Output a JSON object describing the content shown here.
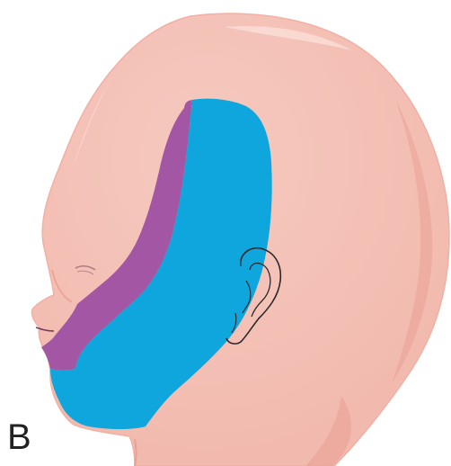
{
  "figure": {
    "panel_label": "B"
  },
  "colors": {
    "background": "#ffffff",
    "skin": "#f4c0b5",
    "skin_shadow": "#e9a59a",
    "skin_highlight": "#f9d9d2",
    "outline": "#2a2a2a",
    "region_purple": "#a256a3",
    "region_blue": "#0ea6dc"
  },
  "regions": [
    {
      "name": "purple-region",
      "color": "#a256a3"
    },
    {
      "name": "blue-region",
      "color": "#0ea6dc"
    }
  ]
}
